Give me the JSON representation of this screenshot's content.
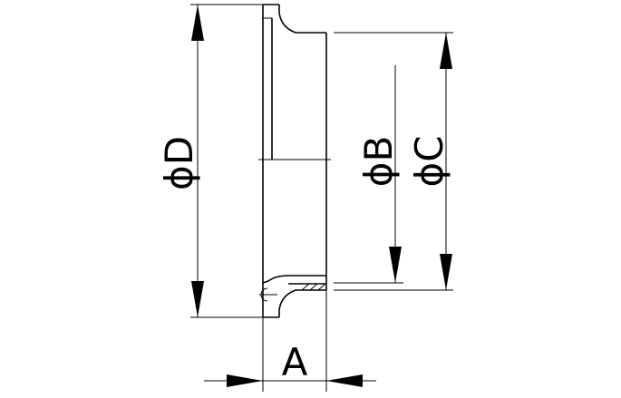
{
  "labels": {
    "a": "A",
    "b": "ϕB",
    "c": "ϕC",
    "d": "ϕD"
  }
}
